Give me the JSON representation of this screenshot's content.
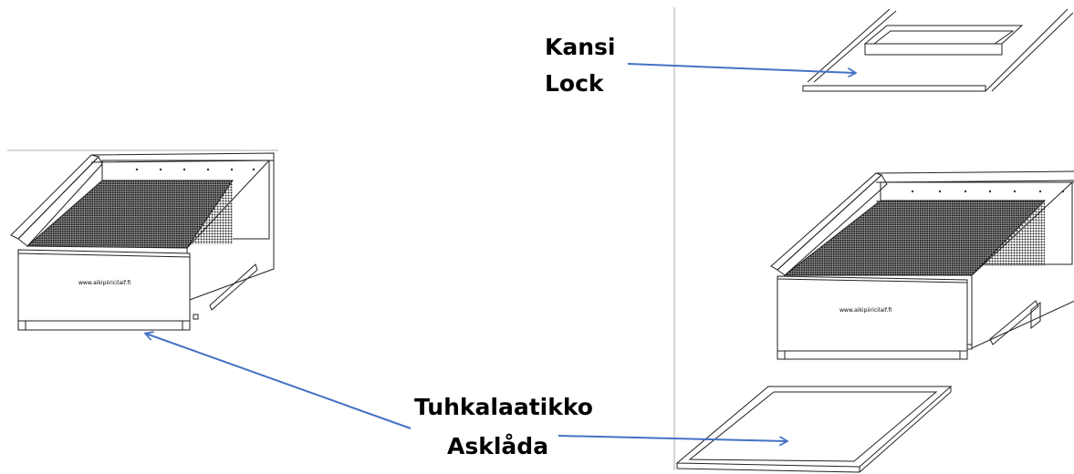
{
  "labels": {
    "lid_fi": "Kansi",
    "lid_sv": "Lock",
    "ash_fi": "Tuhkalaatikko",
    "ash_sv": "Asklåda"
  },
  "drawing": {
    "website_left": "www.aikipiiricilaif.fi",
    "website_right": "www.aikipiiricilaif.fi"
  },
  "colors": {
    "arrow": "#4472c4",
    "line": "#222222",
    "divider": "#c8c8c8"
  }
}
